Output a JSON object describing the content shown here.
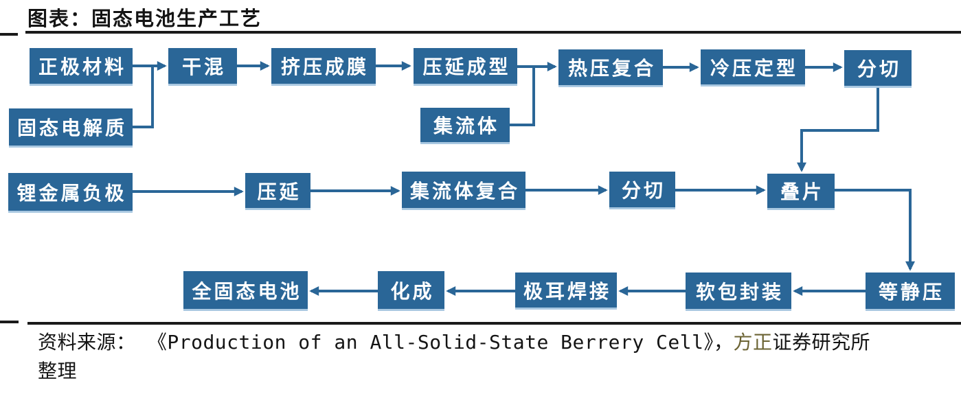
{
  "header": {
    "title": "图表：固态电池生产工艺"
  },
  "nodes": {
    "cathode": "正极材料",
    "electrolyte": "固态电解质",
    "dry_mix": "干混",
    "extrusion": "挤压成膜",
    "calender_form": "压延成型",
    "collector": "集流体",
    "hot_press": "热压复合",
    "cold_press": "冷压定型",
    "slit1": "分切",
    "anode": "锂金属负极",
    "calender": "压延",
    "collector_laminate": "集流体复合",
    "slit2": "分切",
    "stack": "叠片",
    "isostatic": "等静压",
    "pouch": "软包封装",
    "tab_weld": "极耳焊接",
    "formation": "化成",
    "battery": "全固态电池"
  },
  "source": {
    "label": "资料来源：",
    "reference": "《Production of an All-Solid-State Berrery Cell》，",
    "brand": "方正",
    "rest": "证券研究所整理"
  },
  "colors": {
    "box_blue": "#2A6697",
    "box_bottom_edge": "#A9C8E1",
    "brand_olive": "#6B6333",
    "text_black": "#141414"
  }
}
